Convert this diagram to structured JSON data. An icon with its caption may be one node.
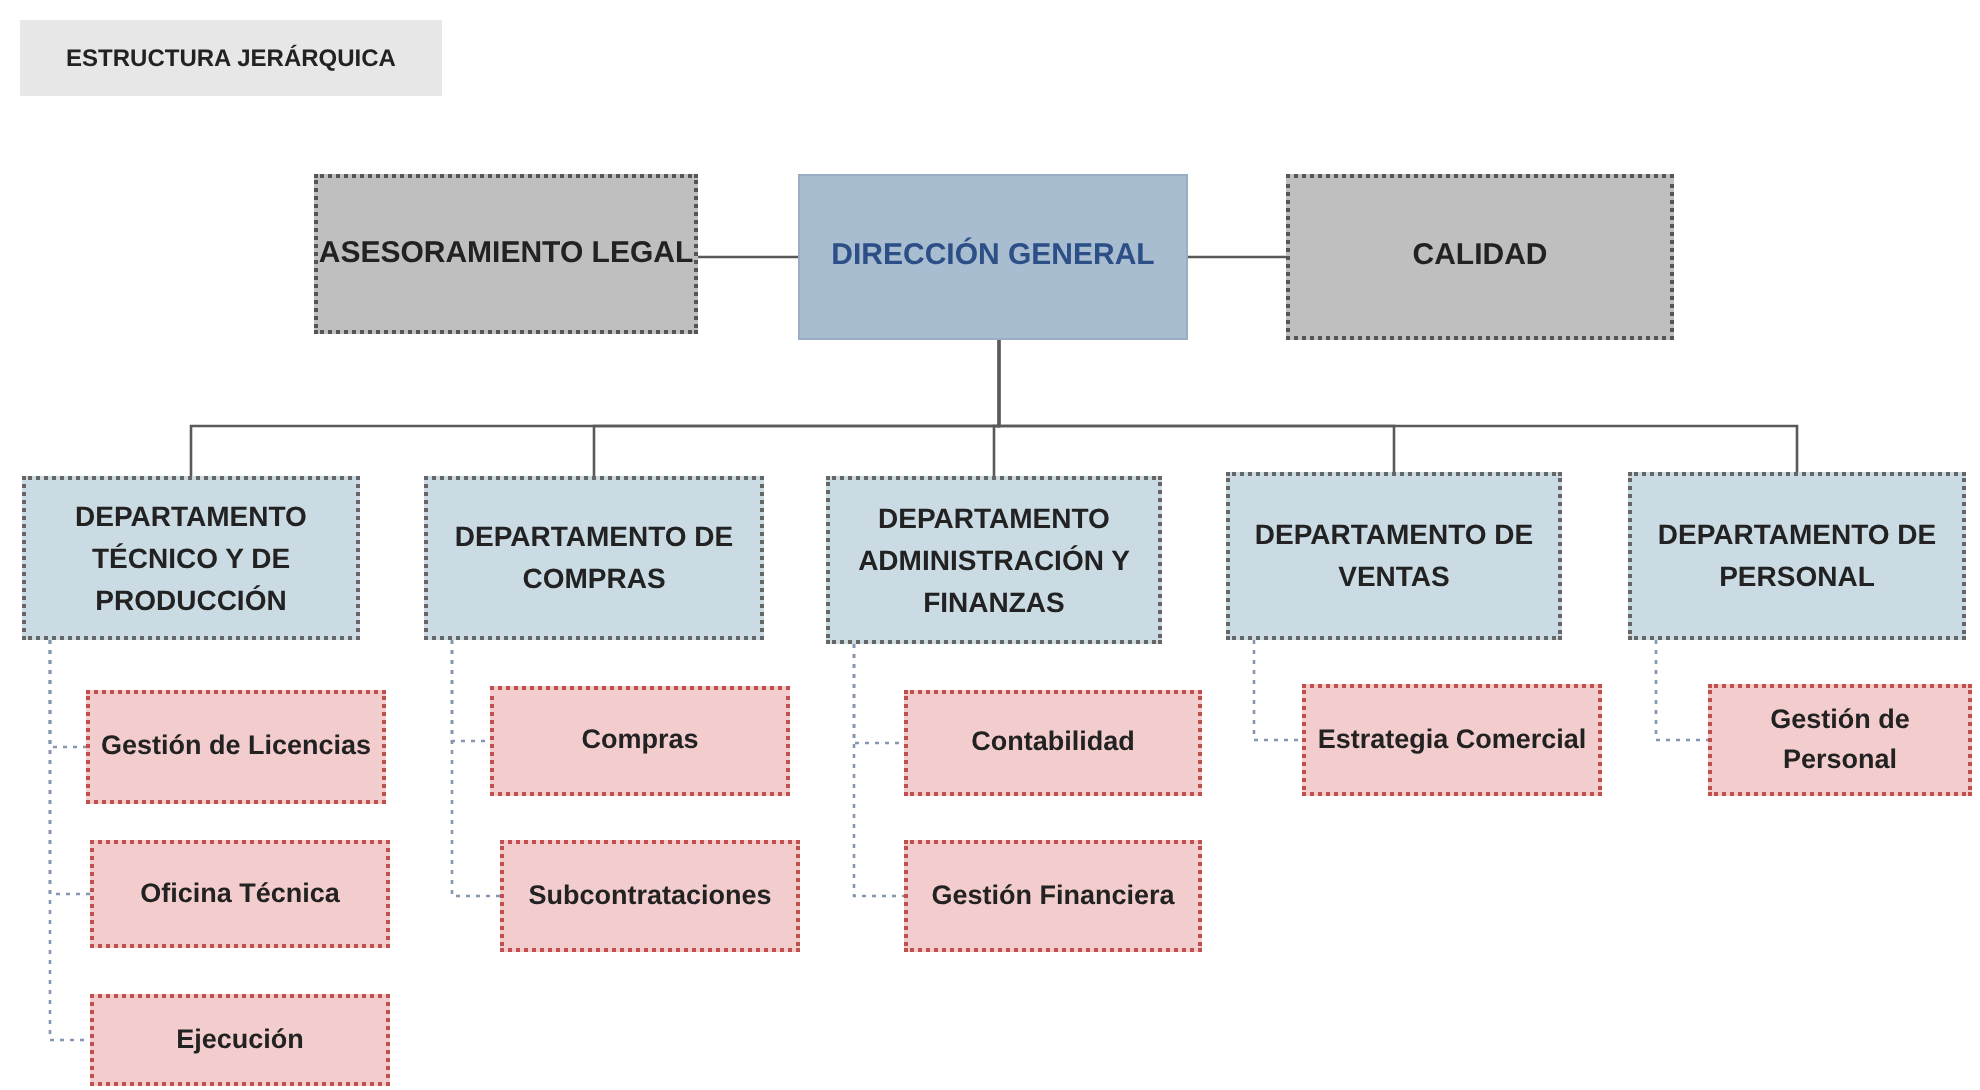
{
  "diagram": {
    "title": "ESTRUCTURA JERÁRQUICA",
    "nodes": [
      {
        "text": [
          "ASESORAMIENTO LEGAL"
        ]
      },
      {
        "text": [
          "DIRECCIÓN GENERAL"
        ]
      },
      {
        "text": [
          "CALIDAD"
        ]
      },
      {
        "text": [
          "DEPARTAMENTO TÉCNICO Y DE PRODUCCIÓN"
        ]
      },
      {
        "text": [
          "DEPARTAMENTO DE COMPRAS"
        ]
      },
      {
        "text": [
          "DEPARTAMENTO ADMINISTRACIÓN Y FINANZAS"
        ]
      },
      {
        "text": [
          "DEPARTAMENTO DE VENTAS"
        ]
      },
      {
        "text": [
          "DEPARTAMENTO DE PERSONAL"
        ]
      },
      {
        "text": [
          "Gestión de Licencias"
        ]
      },
      {
        "text": [
          "Oficina Técnica"
        ]
      },
      {
        "text": [
          "Ejecución"
        ]
      },
      {
        "text": [
          "Compras"
        ]
      },
      {
        "text": [
          "Subcontrataciones"
        ]
      },
      {
        "text": [
          "Contabilidad"
        ]
      },
      {
        "text": [
          "Gestión Financiera"
        ]
      },
      {
        "text": [
          "Estrategia Comercial"
        ]
      },
      {
        "text": [
          "Gestión de Personal"
        ]
      }
    ],
    "edges": [
      {
        "from": 1,
        "to": 0,
        "arrow": "none"
      },
      {
        "from": 1,
        "to": 2,
        "arrow": "none"
      },
      {
        "from": 1,
        "to": 3,
        "arrow": "none"
      },
      {
        "from": 1,
        "to": 4,
        "arrow": "none"
      },
      {
        "from": 1,
        "to": 5,
        "arrow": "none"
      },
      {
        "from": 1,
        "to": 6,
        "arrow": "none"
      },
      {
        "from": 1,
        "to": 7,
        "arrow": "none"
      },
      {
        "from": 3,
        "to": 8,
        "arrow": "none",
        "style": "dashed",
        "color": "#8496b0"
      },
      {
        "from": 3,
        "to": 9,
        "arrow": "none",
        "style": "dashed",
        "color": "#8496b0"
      },
      {
        "from": 3,
        "to": 10,
        "arrow": "none",
        "style": "dashed",
        "color": "#8496b0"
      },
      {
        "from": 4,
        "to": 11,
        "arrow": "none",
        "style": "dashed",
        "color": "#8496b0"
      },
      {
        "from": 4,
        "to": 12,
        "arrow": "none",
        "style": "dashed",
        "color": "#8496b0"
      },
      {
        "from": 5,
        "to": 13,
        "arrow": "none",
        "style": "dashed",
        "color": "#8496b0"
      },
      {
        "from": 5,
        "to": 14,
        "arrow": "none",
        "style": "dashed",
        "color": "#8496b0"
      },
      {
        "from": 6,
        "to": 15,
        "arrow": "none",
        "style": "dashed",
        "color": "#8496b0"
      },
      {
        "from": 7,
        "to": 16,
        "arrow": "none",
        "style": "dashed",
        "color": "#8496b0"
      }
    ]
  }
}
